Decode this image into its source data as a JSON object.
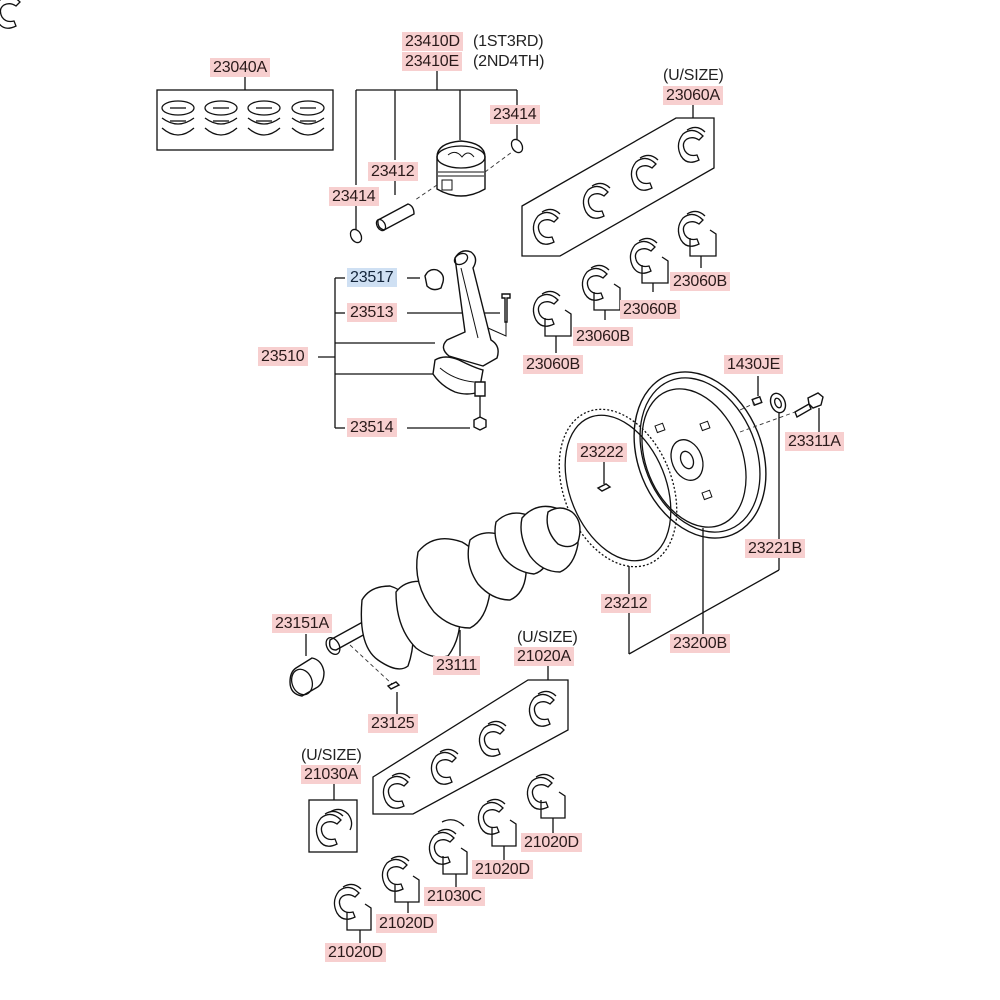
{
  "diagram": {
    "title": "Crankshaft & Piston Parts Diagram",
    "colors": {
      "label_background": "#f7cfcf",
      "highlight_background": "#cfe0f3",
      "line": "#111111"
    },
    "labels": {
      "rings_set": "23040A",
      "piston_1st3rd": "23410D",
      "piston_1st3rd_note": "(1ST3RD)",
      "piston_2nd4th": "23410E",
      "piston_2nd4th_note": "(2ND4TH)",
      "snap_ring_right": "23414",
      "piston_pin": "23412",
      "snap_ring_left": "23414",
      "conrod_bearing_usize_note": "(U/SIZE)",
      "conrod_bearing_usize": "23060A",
      "conrod_bushing": "23517",
      "conrod_bolt": "23513",
      "conrod_assy": "23510",
      "conrod_nut": "23514",
      "conrod_bearing_b1": "23060B",
      "conrod_bearing_b2": "23060B",
      "conrod_bearing_b3": "23060B",
      "conrod_bearing_b4": "23060B",
      "pilot_bushing": "1430JE",
      "flywheel_bolt": "23311A",
      "ring_gear_pin": "23222",
      "flywheel_bearing": "23221B",
      "ring_gear": "23212",
      "flywheel_assy": "23200B",
      "crank_sprocket": "23151A",
      "crankshaft": "23111",
      "crank_key": "23125",
      "main_bearing_usize_note": "(U/SIZE)",
      "main_bearing_usize": "21020A",
      "thrust_bearing_usize_note": "(U/SIZE)",
      "thrust_bearing_usize": "21030A",
      "main_bearing_d1": "21020D",
      "main_bearing_d2": "21020D",
      "thrust_bearing_c": "21030C",
      "main_bearing_d3": "21020D",
      "main_bearing_d4": "21020D"
    }
  }
}
